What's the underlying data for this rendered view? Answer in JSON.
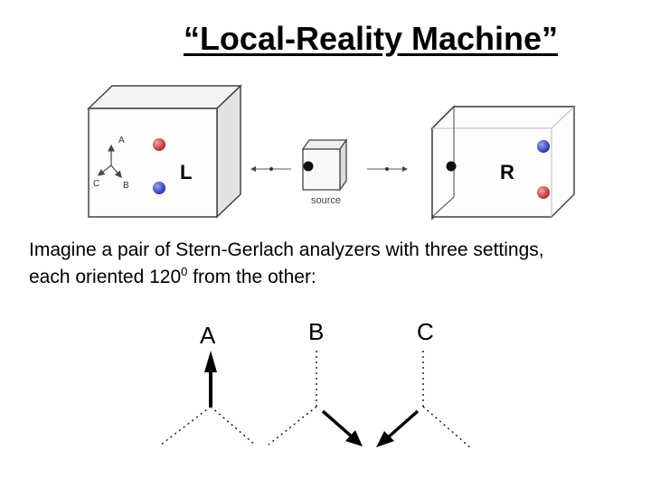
{
  "title": {
    "open_quote": "“",
    "text": "Local-Reality Machine",
    "close_quote": "”"
  },
  "apparatus": {
    "left_detector_label": "L",
    "right_detector_label": "R",
    "source_label": "source",
    "axis_labels": {
      "a": "A",
      "b": "B",
      "c": "C"
    },
    "colors": {
      "red_light": "#f4a4a4",
      "red": "#c0282c",
      "blue_light": "#9aa4ee",
      "blue": "#2630b8"
    }
  },
  "caption": {
    "line1": "Imagine a pair of Stern-Gerlach analyzers with three settings,",
    "line2_prefix": "each oriented 120",
    "line2_superscript": "0",
    "line2_suffix": " from the other:"
  },
  "settings": [
    {
      "label": "A"
    },
    {
      "label": "B"
    },
    {
      "label": "C"
    }
  ]
}
